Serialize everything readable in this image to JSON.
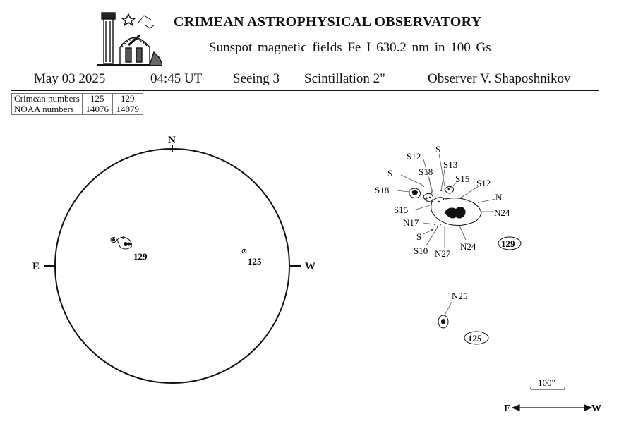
{
  "header": {
    "title": "CRIMEAN ASTROPHYSICAL OBSERVATORY",
    "subtitle": "Sunspot  magnetic  fields  Fe I 630.2 nm in 100 Gs"
  },
  "observation": {
    "date": "May  03  2025",
    "time": "04:45 UT",
    "seeing": "Seeing  3",
    "scintillation": "Scintillation   2\"",
    "observer": "Observer  V. Shaposhnikov"
  },
  "numbers_table": {
    "rows": [
      {
        "label": "Crimean numbers",
        "values": [
          "125",
          "129"
        ]
      },
      {
        "label": "NOAA numbers",
        "values": [
          "14076",
          "14079"
        ]
      }
    ]
  },
  "disk": {
    "north": "N",
    "east": "E",
    "west": "W",
    "regions": [
      {
        "label": "129"
      },
      {
        "label": "125"
      }
    ]
  },
  "detail_129": {
    "label": "129",
    "annotations": [
      "S12",
      "S",
      "S13",
      "S",
      "S18",
      "S15",
      "S12",
      "S18",
      "N",
      "S15",
      "N24",
      "N17",
      "S",
      "N24",
      "S10",
      "N27"
    ]
  },
  "detail_125": {
    "label": "125",
    "annotations": [
      "N25"
    ]
  },
  "scale": {
    "label": "100\"",
    "east": "E",
    "west": "W"
  }
}
